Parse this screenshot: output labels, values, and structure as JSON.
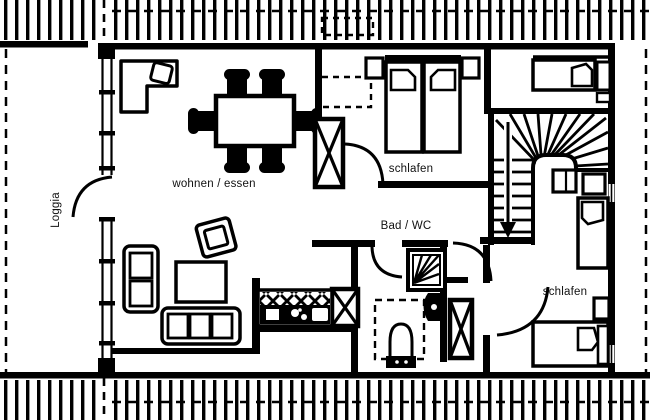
{
  "drawing": {
    "kind": "floor-plan"
  },
  "colors": {
    "ink": "#000000",
    "paper": "#ffffff"
  },
  "labels": {
    "loggia": "Loggia",
    "living_dining": "wohnen / essen",
    "bedroom_top": "schlafen",
    "bedroom_right": "schlafen",
    "bathroom": "Bad / WC"
  },
  "stairs": {
    "arrow": "down"
  },
  "fixtures": [
    "l-shaped-sofa",
    "dining-table-six-chairs",
    "tilted-armchair",
    "two-seat-sofa",
    "coffee-table",
    "three-seat-sofa",
    "kitchenette-cooktop-sink",
    "double-bed",
    "nightstand",
    "single-bed",
    "winder-staircase",
    "duct-shaft",
    "shower",
    "washbasin",
    "wc-toilet",
    "roof-window-dashed",
    "headroom-dashed-line"
  ]
}
